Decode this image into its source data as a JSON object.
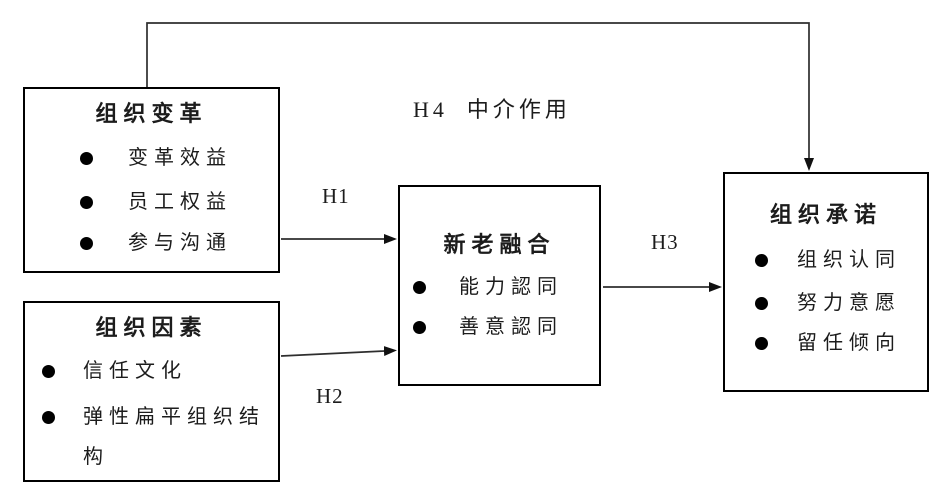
{
  "diagram": {
    "background": "#ffffff",
    "border_color": "#000000",
    "line_color": "#2e2e2e",
    "text_color": "#1c1c1c",
    "labels": {
      "h1": "H1",
      "h2": "H2",
      "h3": "H3",
      "h4": "H4  中介作用"
    },
    "boxes": {
      "change": {
        "title": "组织变革",
        "items": [
          "变革效益",
          "员工权益",
          "参与沟通"
        ]
      },
      "factors": {
        "title": "组织因素",
        "items": [
          "信任文化",
          "弹性扁平组织结构"
        ]
      },
      "integration": {
        "title": "新老融合",
        "items": [
          "能力認同",
          "善意認同"
        ]
      },
      "commitment": {
        "title": "组织承诺",
        "items": [
          "组织认同",
          "努力意愿",
          "留任倾向"
        ]
      }
    }
  }
}
